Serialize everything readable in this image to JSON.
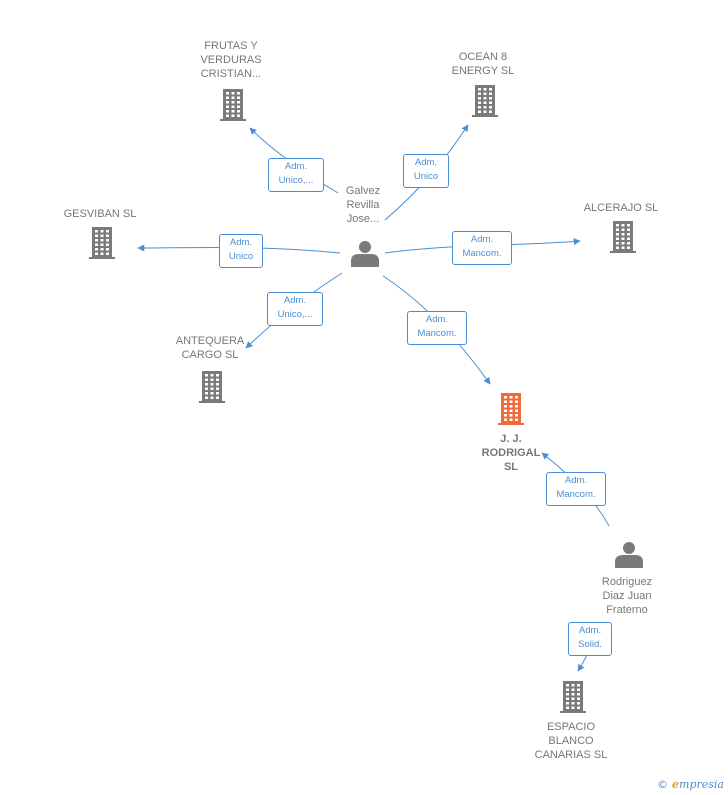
{
  "colors": {
    "edge": "#4a8fd4",
    "node": "#7a7a7a",
    "highlight": "#f26a3a"
  },
  "nodes": [
    {
      "id": "galvez",
      "type": "person",
      "label": "Galvez\nRevilla\nJose..."
    },
    {
      "id": "frutas",
      "type": "company",
      "label": "FRUTAS Y\nVERDURAS\nCRISTIAN..."
    },
    {
      "id": "ocean",
      "type": "company",
      "label": "OCEAN 8\nENERGY  SL"
    },
    {
      "id": "gesviban",
      "type": "company",
      "label": "GESVIBAN SL"
    },
    {
      "id": "alcerajo",
      "type": "company",
      "label": "ALCERAJO  SL"
    },
    {
      "id": "antequera",
      "type": "company",
      "label": "ANTEQUERA\nCARGO SL"
    },
    {
      "id": "rodrigal",
      "type": "company-main",
      "label": "J. J.\nRODRIGAL\nSL"
    },
    {
      "id": "rodriguez",
      "type": "person",
      "label": "Rodriguez\nDiaz Juan\nFraterno"
    },
    {
      "id": "espacio",
      "type": "company",
      "label": "ESPACIO\nBLANCO\nCANARIAS  SL"
    }
  ],
  "edges": [
    {
      "from": "galvez",
      "to": "frutas",
      "label": "Adm.\nUnico,..."
    },
    {
      "from": "galvez",
      "to": "ocean",
      "label": "Adm.\nUnico"
    },
    {
      "from": "galvez",
      "to": "gesviban",
      "label": "Adm.\nUnico"
    },
    {
      "from": "galvez",
      "to": "alcerajo",
      "label": "Adm.\nMancom."
    },
    {
      "from": "galvez",
      "to": "antequera",
      "label": "Adm.\nUnico,..."
    },
    {
      "from": "galvez",
      "to": "rodrigal",
      "label": "Adm.\nMancom."
    },
    {
      "from": "rodriguez",
      "to": "rodrigal",
      "label": "Adm.\nMancom."
    },
    {
      "from": "rodriguez",
      "to": "espacio",
      "label": "Adm.\nSolid."
    }
  ],
  "footer": {
    "copyright_symbol": "©",
    "brand_initial": "e",
    "brand_rest": "mpresia"
  }
}
